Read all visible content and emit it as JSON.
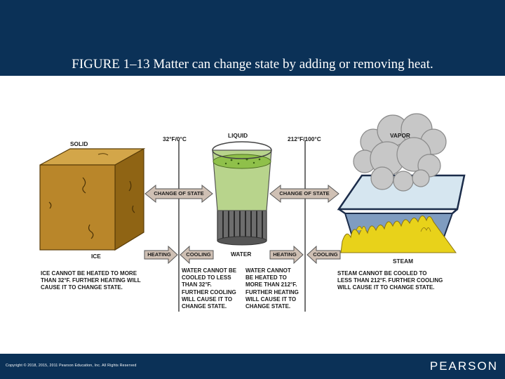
{
  "slide": {
    "title": "FIGURE 1–13  Matter can change state by adding or removing heat.",
    "copyright": "Copyright © 2018, 2015, 2011 Pearson Education, Inc. All Rights Reserved",
    "brand": "PEARSON"
  },
  "figure": {
    "solid": "SOLID",
    "ice": "ICE",
    "liquid": "LIQUID",
    "water": "WATER",
    "vapor": "VAPOR",
    "steam": "STEAM",
    "temp_left": "32°F/0°C",
    "temp_right": "212°F/100°C",
    "change_state_left": "CHANGE OF STATE",
    "change_state_right": "CHANGE OF STATE",
    "heating_left": "HEATING",
    "cooling_left": "COOLING",
    "heating_right": "HEATING",
    "cooling_right": "COOLING",
    "note_ice": "ICE CANNOT BE HEATED TO MORE\nTHAN 32°F. FURTHER HEATING WILL\nCAUSE IT TO CHANGE STATE.",
    "note_water_cool": "WATER CANNOT BE\nCOOLED TO LESS\nTHAN 32°F.\nFURTHER COOLING\nWILL CAUSE IT TO\nCHANGE STATE.",
    "note_water_heat": "WATER CANNOT\nBE HEATED TO\nMORE THAN 212°F.\nFURTHER HEATING\nWILL CAUSE IT TO\nCHANGE STATE.",
    "note_steam": "STEAM CANNOT BE COOLED TO\nLESS THAN 212°F. FURTHER COOLING\nWILL CAUSE IT TO CHANGE STATE."
  },
  "colors": {
    "header_bg": "#0b3157",
    "ice_front": "#b9862a",
    "ice_top": "#d3a649",
    "ice_side": "#8f6414",
    "water_liquid": "#b8d48c",
    "water_top": "#8fc04a",
    "pan_water": "#d6e6f0",
    "pan_side": "#7f9cc0",
    "flame": "#e8d21a",
    "vapor": "#c7c7c7",
    "arrow_fill": "#cfc0b4"
  }
}
